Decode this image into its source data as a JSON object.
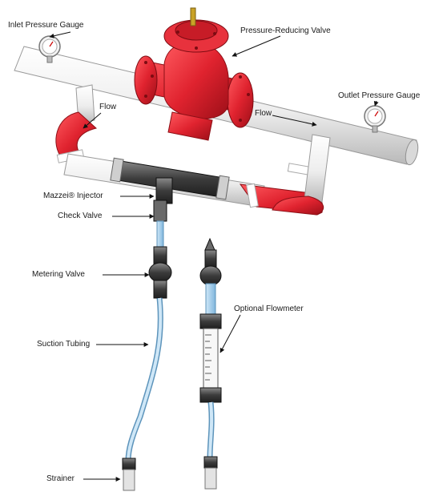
{
  "labels": {
    "inlet_pressure_gauge": "Inlet Pressure Gauge",
    "pressure_reducing_valve": "Pressure-Reducing Valve",
    "outlet_pressure_gauge": "Outlet Pressure Gauge",
    "flow_left": "Flow",
    "flow_right": "Flow",
    "mazzei_injector": "Mazzei® Injector",
    "check_valve": "Check Valve",
    "metering_valve": "Metering Valve",
    "optional_flowmeter": "Optional Flowmeter",
    "suction_tubing": "Suction Tubing",
    "strainer": "Strainer"
  },
  "colors": {
    "valve_red": "#e0232f",
    "valve_red_dark": "#a3101a",
    "pipe_white": "#f2f2f2",
    "pipe_shadow": "#bdbdbd",
    "tubing_blue": "#8ec3e6",
    "fitting_dark": "#3a3a3a"
  },
  "icons": [
    "inlet-gauge-icon",
    "outlet-gauge-icon"
  ]
}
